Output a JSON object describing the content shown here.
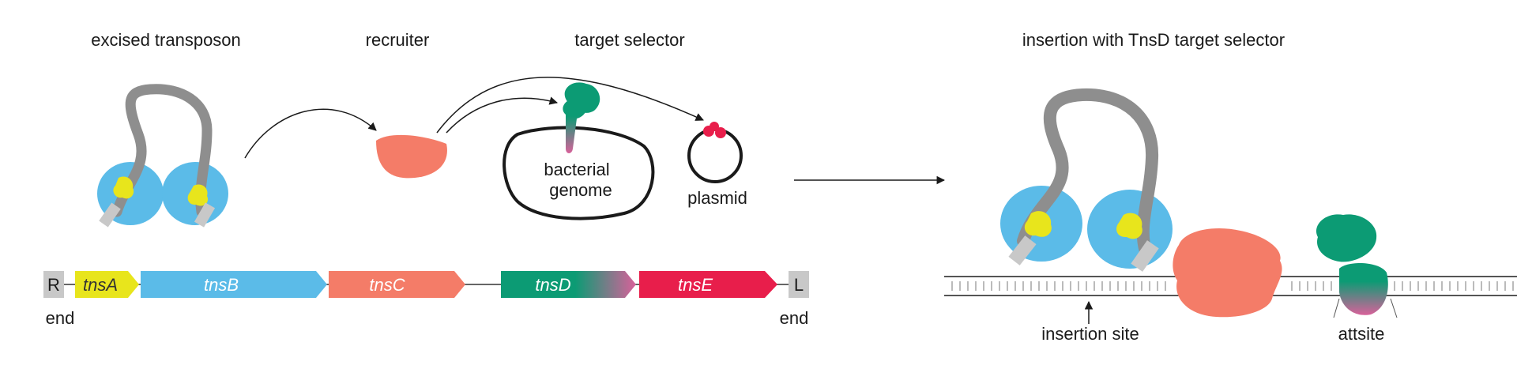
{
  "labels": {
    "excised_transposon": "excised transposon",
    "recruiter": "recruiter",
    "target_selector": "target selector",
    "insertion_title": "insertion with TnsD target selector",
    "bacterial_genome_1": "bacterial",
    "bacterial_genome_2": "genome",
    "plasmid": "plasmid",
    "insertion_site": "insertion site",
    "attsite": "attsite"
  },
  "operon": {
    "right_end_letter": "R",
    "left_end_letter": "L",
    "right_end_word": "end",
    "left_end_word": "end",
    "genes": [
      {
        "name": "tnsA",
        "color": "#e8e51c"
      },
      {
        "name": "tnsB",
        "color": "#5bbbe8"
      },
      {
        "name": "tnsC",
        "color": "#f47c68"
      },
      {
        "name": "tnsD",
        "color": "#0c9b74"
      },
      {
        "name": "tnsE",
        "color": "#e81e4b"
      }
    ]
  },
  "colors": {
    "tnsA_yellow": "#e8e51c",
    "tnsB_blue": "#5bbbe8",
    "tnsC_salmon": "#f47c68",
    "tnsD_green": "#0c9b74",
    "tnsD_pink": "#d8619a",
    "tnsE_red": "#e81e4b",
    "transposon_gray": "#8e8e8e",
    "end_gray": "#c8c8c8"
  }
}
